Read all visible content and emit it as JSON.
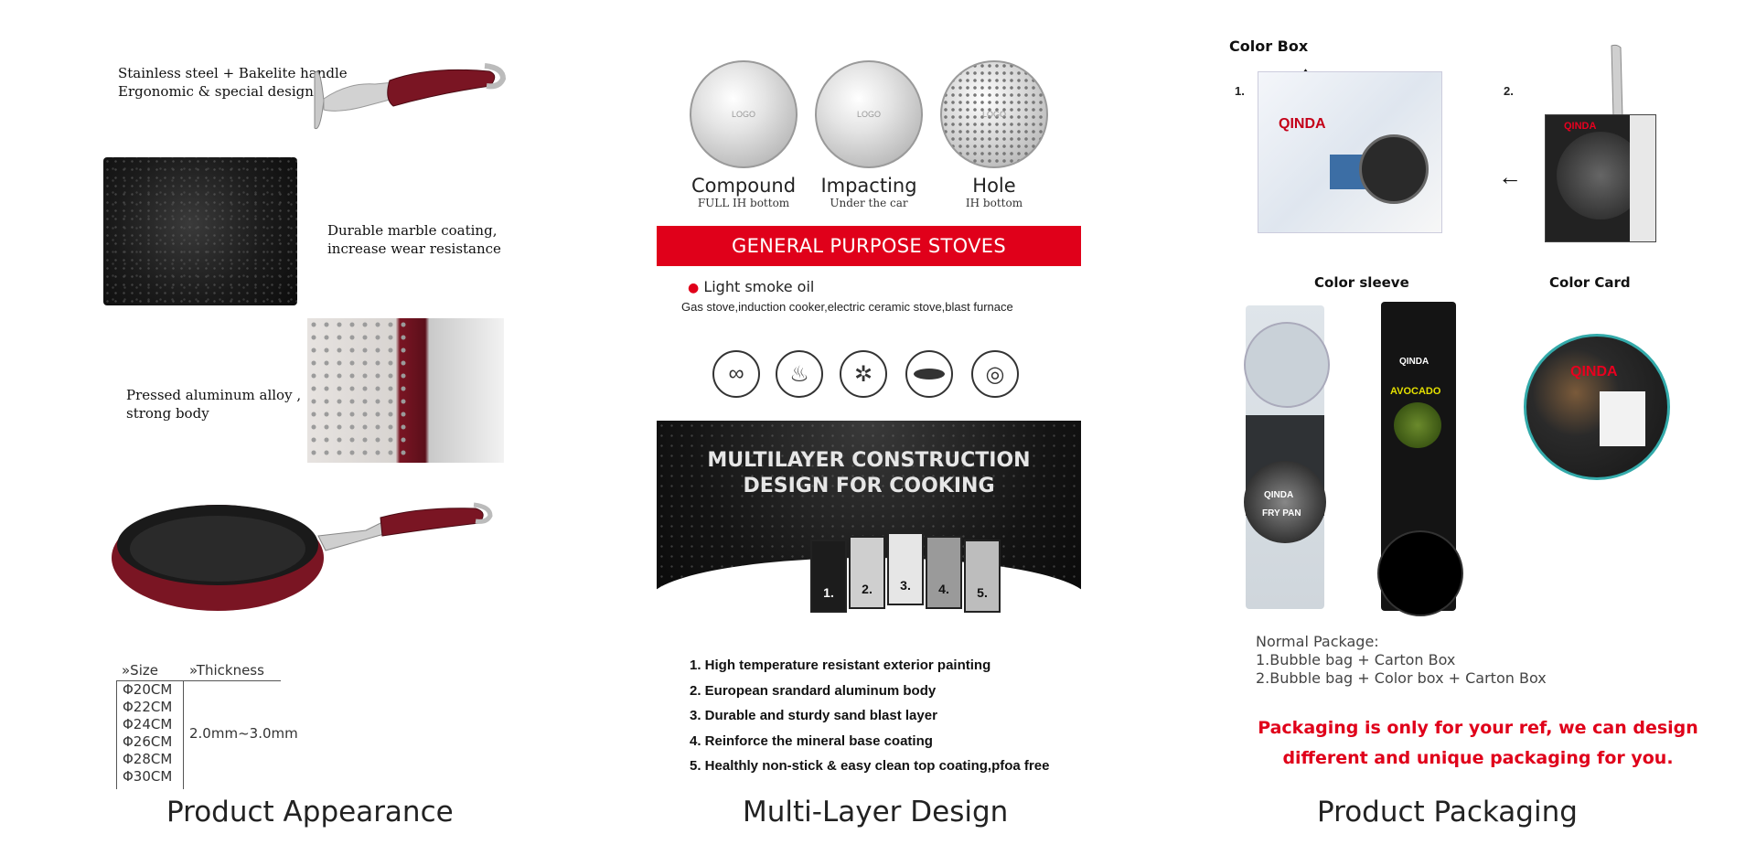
{
  "appearance": {
    "handle_text_1": "Stainless steel + Bakelite handle",
    "handle_text_2": "Ergonomic & special design",
    "coating_text_1": "Durable marble coating,",
    "coating_text_2": "increase wear resistance",
    "body_text_1": "Pressed aluminum alloy ,",
    "body_text_2": "strong body",
    "table": {
      "size_header": "»Size",
      "thickness_header": "»Thickness",
      "sizes": [
        "Φ20CM",
        "Φ22CM",
        "Φ24CM",
        "Φ26CM",
        "Φ28CM",
        "Φ30CM"
      ],
      "thickness": "2.0mm~3.0mm"
    },
    "title": "Product Appearance"
  },
  "multilayer": {
    "bottoms": [
      {
        "name": "Compound",
        "sub": "FULL IH bottom",
        "logo": "LOGO"
      },
      {
        "name": "Impacting",
        "sub": "Under the car",
        "logo": "LOGO"
      },
      {
        "name": "Hole",
        "sub": "IH bottom",
        "logo": "LOGO"
      }
    ],
    "banner": "GENERAL PURPOSE STOVES",
    "oil": "Light smoke oil",
    "stoves": "Gas stove,induction cooker,electric ceramic stove,blast furnace",
    "construction_1": "MULTILAYER CONSTRUCTION",
    "construction_2": "DESIGN FOR COOKING",
    "layer_numbers": [
      "1.",
      "2.",
      "3.",
      "4.",
      "5."
    ],
    "layers": [
      "1. High temperature resistant exterior painting",
      "2. European srandard aluminum body",
      "3. Durable and sturdy sand blast layer",
      "4. Reinforce the mineral base coating",
      "5. Healthly non-stick & easy clean top coating,pfoa free"
    ],
    "title": "Multi-Layer Design"
  },
  "packaging": {
    "color_box": "Color Box",
    "num_1": "1.",
    "num_2": "2.",
    "color_sleeve": "Color sleeve",
    "color_card": "Color Card",
    "brand": "QINDA",
    "sleeve_text_fry": "FRY PAN",
    "sleeve_text_avocado": "AVOCADO",
    "normal_package": "Normal Package:",
    "option_1": "1.Bubble bag + Carton Box",
    "option_2": "2.Bubble bag + Color box + Carton Box",
    "note_1": "Packaging is only for your ref, we can design",
    "note_2": "different and unique packaging for you.",
    "title": "Product Packaging"
  },
  "colors": {
    "accent_red": "#e0001a",
    "pan_red": "#7a1523"
  }
}
